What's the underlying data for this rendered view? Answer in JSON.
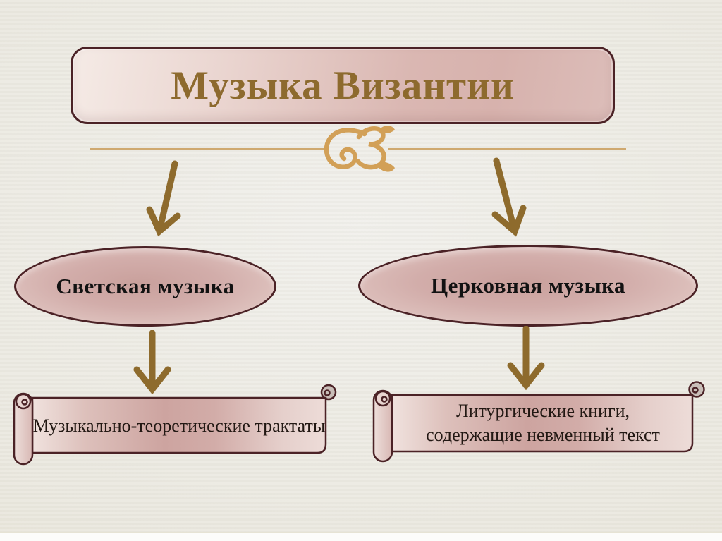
{
  "slide": {
    "title": "Музыка Византии",
    "left_branch": {
      "node_label": "Светская музыка",
      "leaf_label": "Музыкально-теоретические трактаты"
    },
    "right_branch": {
      "node_label": "Церковная музыка",
      "leaf_line1": "Литургические книги,",
      "leaf_line2": "содержащие невменный текст"
    },
    "icons": {
      "divider_flourish": "flourish-divider-icon",
      "arrows": "arrow-down-icon"
    },
    "colors": {
      "background": "#eae7df",
      "shape_border": "#4b2226",
      "shape_fill_light": "#f0e2de",
      "shape_fill_dark": "#cda4a0",
      "title_text": "#8d6a2e",
      "divider_gold": "#cf9f57",
      "arrow_gold": "#8e6b2d",
      "node_text": "#121212",
      "leaf_text": "#221813"
    }
  }
}
